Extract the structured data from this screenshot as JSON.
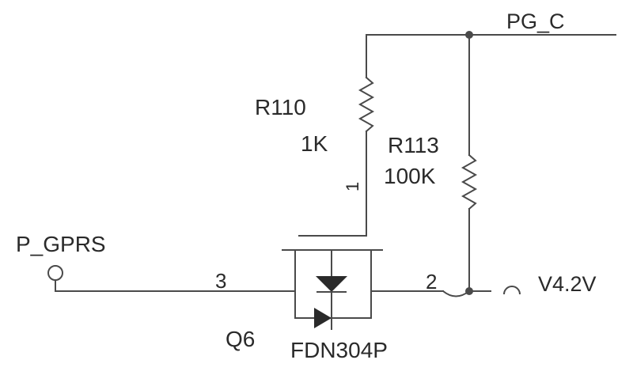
{
  "nets": {
    "pg_c": "PG_C",
    "p_gprs": "P_GPRS",
    "v42": "V4.2V"
  },
  "components": {
    "r110": {
      "ref": "R110",
      "value": "1K",
      "pin": "1"
    },
    "r113": {
      "ref": "R113",
      "value": "100K"
    },
    "q6": {
      "ref": "Q6",
      "part": "FDN304P",
      "pin_gate": "3",
      "pin_drain": "2"
    }
  }
}
